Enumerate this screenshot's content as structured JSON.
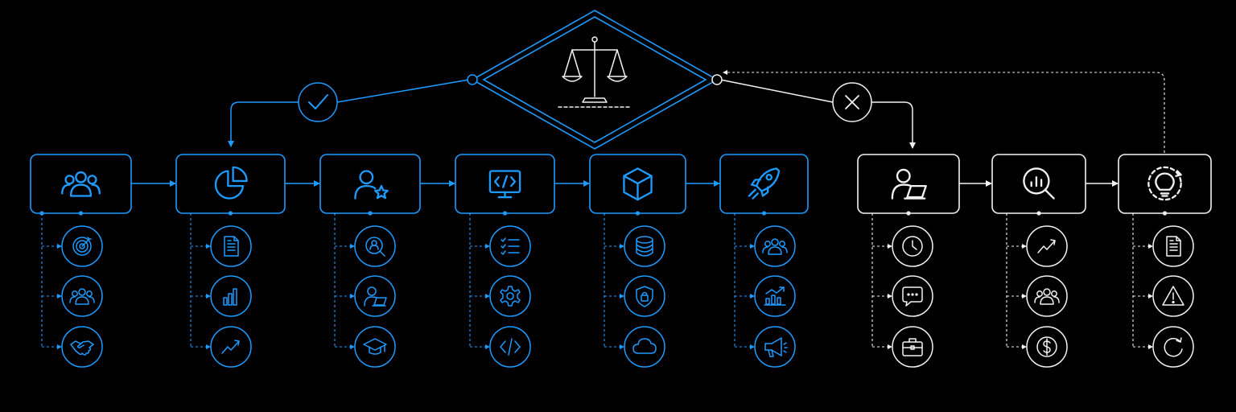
{
  "colors": {
    "background": "#000000",
    "blue": "#1e9bff",
    "white": "#f2f2f2"
  },
  "decision": {
    "icon": "scales-of-justice-icon",
    "approve_icon": "checkmark-icon",
    "reject_icon": "x-mark-icon"
  },
  "stages": [
    {
      "id": "team",
      "icon": "team-icon",
      "color": "blue",
      "subs": [
        "target-icon",
        "team-icon",
        "handshake-icon"
      ]
    },
    {
      "id": "analysis",
      "icon": "pie-chart-icon",
      "color": "blue",
      "subs": [
        "document-icon",
        "bar-chart-icon",
        "trend-line-icon"
      ]
    },
    {
      "id": "talent",
      "icon": "user-star-icon",
      "color": "blue",
      "subs": [
        "user-search-icon",
        "user-laptop-icon",
        "graduation-cap-icon"
      ]
    },
    {
      "id": "development",
      "icon": "monitor-code-icon",
      "color": "blue",
      "subs": [
        "checklist-icon",
        "gear-icon",
        "code-icon"
      ]
    },
    {
      "id": "product",
      "icon": "package-box-icon",
      "color": "blue",
      "subs": [
        "database-icon",
        "shield-lock-icon",
        "cloud-icon"
      ]
    },
    {
      "id": "launch",
      "icon": "rocket-icon",
      "color": "blue",
      "subs": [
        "team-icon",
        "growth-chart-icon",
        "megaphone-icon"
      ]
    },
    {
      "id": "rework",
      "icon": "user-laptop-icon",
      "color": "white",
      "subs": [
        "clock-icon",
        "chat-bubble-icon",
        "briefcase-icon"
      ]
    },
    {
      "id": "review",
      "icon": "magnify-chart-icon",
      "color": "white",
      "subs": [
        "trend-line-icon",
        "team-icon",
        "dollar-icon"
      ]
    },
    {
      "id": "improve",
      "icon": "lightbulb-cycle-icon",
      "color": "white",
      "subs": [
        "document-icon",
        "warning-icon",
        "refresh-icon"
      ]
    }
  ]
}
